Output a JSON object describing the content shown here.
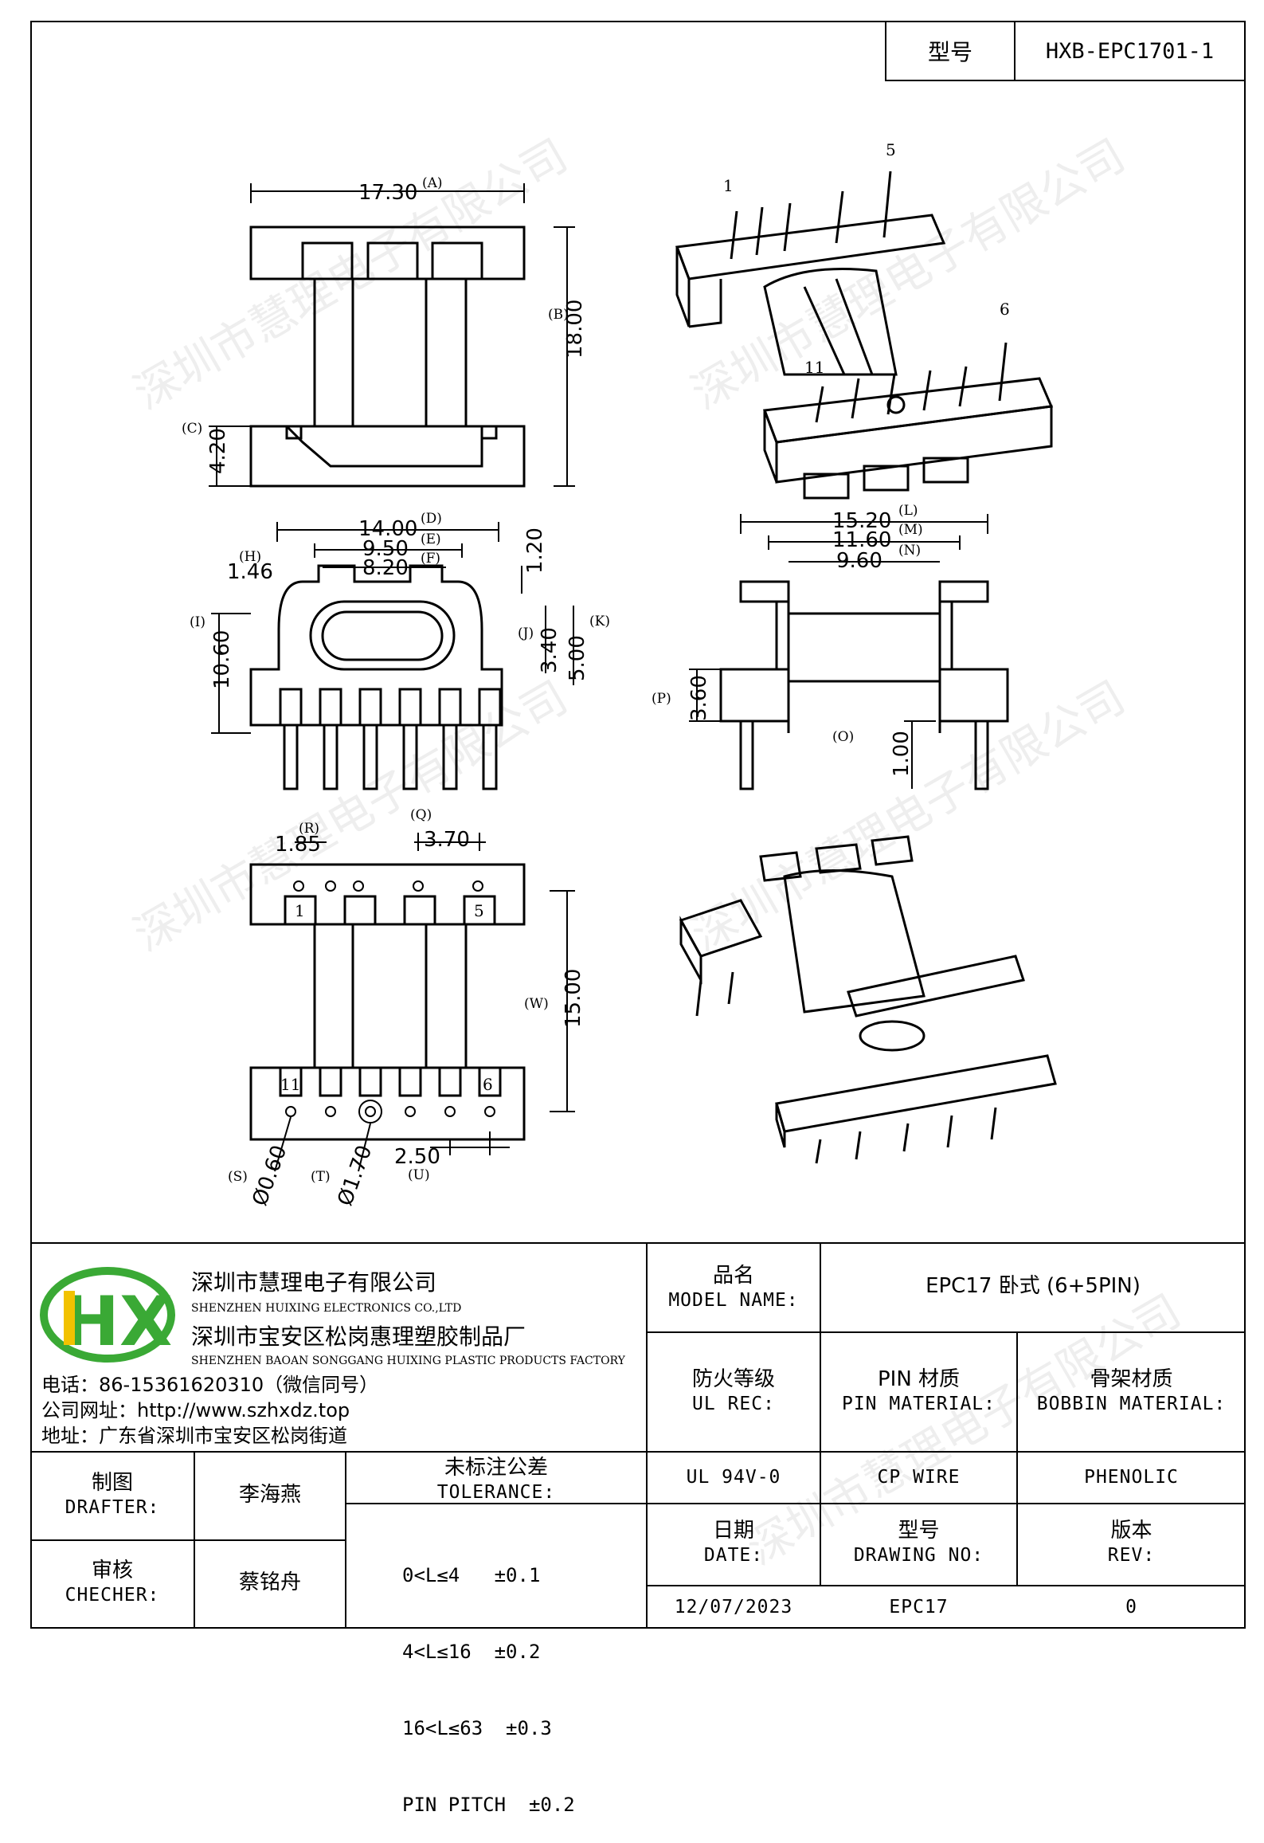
{
  "header": {
    "model_label": "型号",
    "model_value": "HXB-EPC1701-1"
  },
  "watermark": "深圳市慧理电子有限公司",
  "drawing": {
    "top_view": {
      "dim_A": "17.30",
      "tag_A": "(A)",
      "dim_B": "18.00",
      "tag_B": "(B)",
      "dim_C": "4.20",
      "tag_C": "(C)"
    },
    "front_view": {
      "dim_D": "14.00",
      "tag_D": "(D)",
      "dim_E": "9.50",
      "tag_E": "(E)",
      "dim_F": "8.20",
      "tag_F": "(F)",
      "dim_H": "1.46",
      "tag_H": "(H)",
      "dim_G": "1.20",
      "dim_I": "10.60",
      "tag_I": "(I)",
      "dim_J": "3.40",
      "tag_J": "(J)",
      "dim_K": "5.00",
      "tag_K": "(K)"
    },
    "side_view": {
      "dim_L": "15.20",
      "tag_L": "(L)",
      "dim_M": "11.60",
      "tag_M": "(M)",
      "dim_N": "9.60",
      "tag_N": "(N)",
      "dim_P": "3.60",
      "tag_P": "(P)",
      "tag_O": "(O)",
      "dim_O": "1.00"
    },
    "bottom_view": {
      "dim_R": "1.85",
      "tag_R": "(R)",
      "dim_Q": "3.70",
      "tag_Q": "(Q)",
      "dim_W": "15.00",
      "tag_W": "(W)",
      "dim_S": "Ø0.60",
      "tag_S": "(S)",
      "dim_T": "Ø1.70",
      "tag_T": "(T)",
      "dim_U": "2.50",
      "tag_U": "(U)",
      "pin_1": "1",
      "pin_5": "5",
      "pin_11": "11",
      "pin_6": "6"
    },
    "iso_view": {
      "pin_1": "1",
      "pin_5": "5",
      "pin_6": "6",
      "pin_11": "11"
    }
  },
  "company": {
    "logo_text": "HX",
    "name_cn_1": "深圳市慧理电子有限公司",
    "name_en_1": "SHENZHEN HUIXING ELECTRONICS CO.,LTD",
    "name_cn_2": "深圳市宝安区松岗惠理塑胶制品厂",
    "name_en_2": "SHENZHEN BAOAN SONGGANG HUIXING PLASTIC PRODUCTS FACTORY",
    "phone": "电话：86-15361620310（微信同号）",
    "website": "公司网址：http://www.szhxdz.top",
    "address": "地址：广东省深圳市宝安区松岗街道"
  },
  "title_block": {
    "model_name_cn": "品名",
    "model_name_en": "MODEL NAME:",
    "model_name_value": "EPC17 卧式 (6+5PIN)",
    "ul_rec_cn": "防火等级",
    "ul_rec_en": "UL REC:",
    "pin_material_cn": "PIN 材质",
    "pin_material_en": "PIN MATERIAL:",
    "bobbin_material_cn": "骨架材质",
    "bobbin_material_en": "BOBBIN MATERIAL:",
    "ul_value": "UL 94V-0",
    "pin_value": "CP WIRE",
    "bobbin_value": "PHENOLIC",
    "drafter_cn": "制图",
    "drafter_en": "DRAFTER:",
    "drafter_name": "李海燕",
    "checker_cn": "审核",
    "checker_en": "CHECHER:",
    "checker_name": "蔡铭舟",
    "tolerance_cn": "未标注公差",
    "tolerance_en": "TOLERANCE:",
    "tolerance_lines": [
      "0<L≤4   ±0.1",
      "4<L≤16  ±0.2",
      "16<L≤63  ±0.3",
      "PIN PITCH  ±0.2"
    ],
    "date_cn": "日期",
    "date_en": "DATE:",
    "date_value": "12/07/2023",
    "drawing_no_cn": "型号",
    "drawing_no_en": "DRAWING NO:",
    "drawing_no_value": "EPC17",
    "rev_cn": "版本",
    "rev_en": "REV:",
    "rev_value": "0"
  },
  "colors": {
    "logo_green": "#3aa935",
    "logo_yellow": "#f2c200",
    "line": "#000000"
  }
}
